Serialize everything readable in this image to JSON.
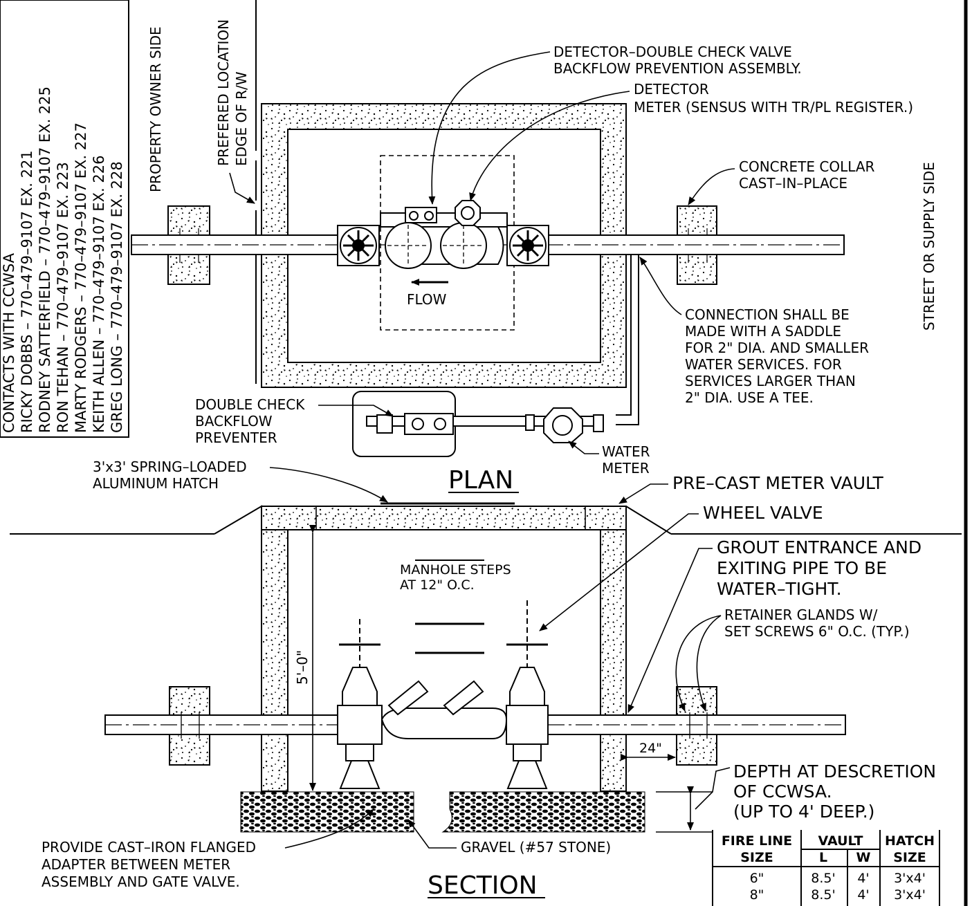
{
  "contacts": {
    "heading": "CONTACTS WITH CCWSA",
    "entries": [
      "RICKY DOBBS  –  770–479–9107 EX. 221",
      "RODNEY SATTERFIELD  –  770–479–9107 EX. 225",
      "RON TEHAN  –  770–479–9107 EX. 223",
      "MARTY RODGERS  –  770–479–9107 EX. 227",
      "KEITH ALLEN  –  770–479–9107 EX. 226",
      "GREG LONG  –  770–479–9107 EX. 228"
    ]
  },
  "plan": {
    "title": "PLAN",
    "property_owner_side": "PROPERTY OWNER SIDE",
    "preferred_location": [
      "PREFERED LOCATION",
      "EDGE OF R/W"
    ],
    "street_side": "STREET OR SUPPLY SIDE",
    "detector_assembly": [
      "DETECTOR–DOUBLE CHECK VALVE",
      "BACKFLOW PREVENTION ASSEMBLY."
    ],
    "detector_meter": [
      "DETECTOR",
      "METER (SENSUS WITH TR/PL REGISTER.)"
    ],
    "concrete_collar": [
      "CONCRETE COLLAR",
      "CAST–IN–PLACE"
    ],
    "flow": "FLOW",
    "connection_note": [
      "CONNECTION SHALL BE",
      "MADE WITH A SADDLE",
      "FOR 2\" DIA. AND SMALLER",
      "WATER SERVICES. FOR",
      "SERVICES LARGER THAN",
      "2\" DIA. USE A TEE."
    ],
    "double_check": [
      "DOUBLE CHECK",
      "BACKFLOW",
      "PREVENTER"
    ],
    "water_meter": [
      "WATER",
      "METER"
    ]
  },
  "section": {
    "title": "SECTION",
    "hatch": [
      "3'x3' SPRING–LOADED",
      "ALUMINUM HATCH"
    ],
    "vault": "PRE–CAST METER VAULT",
    "wheel_valve": "WHEEL VALVE",
    "grout": [
      "GROUT ENTRANCE AND",
      "EXITING PIPE TO BE",
      "WATER–TIGHT."
    ],
    "retainer": [
      "RETAINER GLANDS W/",
      "SET SCREWS 6\" O.C. (TYP.)"
    ],
    "manhole": [
      "MANHOLE STEPS",
      "AT 12\" O.C."
    ],
    "height_dim": "5'–0\"",
    "offset_dim": "24\"",
    "depth": [
      "DEPTH AT DESCRETION",
      "OF CCWSA.",
      "(UP TO 4' DEEP.)"
    ],
    "adapter": [
      "PROVIDE CAST–IRON FLANGED",
      "ADAPTER BETWEEN METER",
      "ASSEMBLY AND GATE VALVE."
    ],
    "gravel": "GRAVEL (#57 STONE)"
  },
  "table": {
    "headers": {
      "fire_line": [
        "FIRE LINE",
        "SIZE"
      ],
      "vault": "VAULT",
      "l": "L",
      "w": "W",
      "hatch": [
        "HATCH",
        "SIZE"
      ]
    },
    "rows": [
      {
        "size": "6\"",
        "l": "8.5'",
        "w": "4'",
        "hatch": "3'x4'"
      },
      {
        "size": "8\"",
        "l": "8.5'",
        "w": "4'",
        "hatch": "3'x4'"
      }
    ]
  }
}
